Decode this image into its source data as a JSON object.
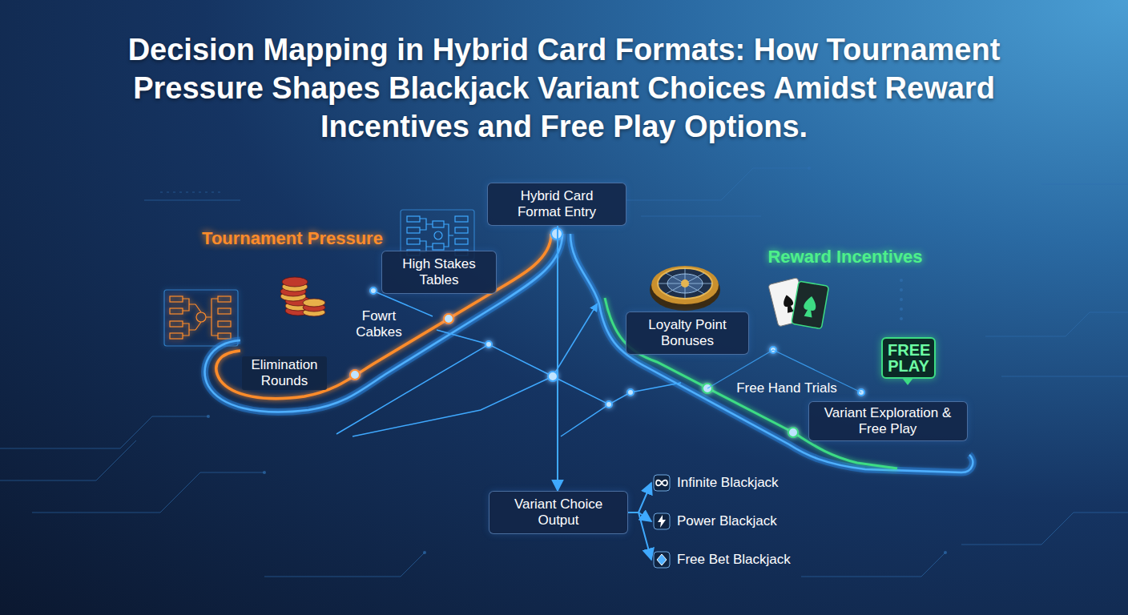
{
  "diagram": {
    "title": "Decision Mapping in Hybrid Card Formats: How Tournament Pressure Shapes Blackjack Variant Choices Amidst Reward Incentives and Free Play Options.",
    "nodes": [
      {
        "text": [
          "Hybrid Card Format Entry"
        ]
      },
      {
        "text": [
          "High Stakes Tables"
        ]
      },
      {
        "text": [
          "Loyalty Point Bonuses"
        ]
      },
      {
        "text": [
          "FREE PLAY"
        ]
      },
      {
        "text": [
          "Variant Exploration & Free Play"
        ]
      },
      {
        "text": [
          "Variant Choice Output"
        ]
      },
      {
        "text": [
          "Infinite Blackjack"
        ]
      },
      {
        "text": [
          "Power Blackjack"
        ]
      },
      {
        "text": [
          "Free Bet Blackjack"
        ]
      }
    ],
    "edges": [
      {
        "from": 0,
        "to": 5,
        "arrow": "to"
      },
      {
        "from": 5,
        "to": 6,
        "arrow": "to"
      },
      {
        "from": 5,
        "to": 7,
        "arrow": "to"
      },
      {
        "from": 5,
        "to": 8,
        "arrow": "to"
      }
    ],
    "labels": [
      "Tournament Pressure",
      "Fowrt Cabkes",
      "Elimination Rounds",
      "Reward Incentives",
      "Free Hand Trials"
    ]
  }
}
